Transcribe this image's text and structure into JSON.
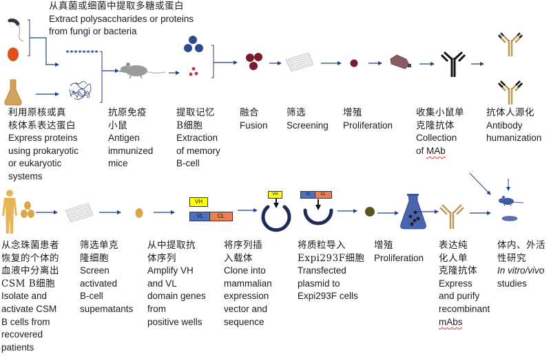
{
  "title": {
    "zh": "从真菌或细菌中提取多糖或蛋白",
    "en_lines": [
      "Extract polysaccharides or proteins",
      "from fungi or bacteria"
    ]
  },
  "top_row": {
    "steps": [
      {
        "id": "express",
        "zh_lines": [
          "利用原核或真",
          "核体系表达蛋白"
        ],
        "en_lines": [
          "Express proteins",
          "using prokaryotic",
          "or eukaryotic",
          "systems"
        ]
      },
      {
        "id": "immunize",
        "zh_lines": [
          "抗原免疫",
          "小鼠"
        ],
        "en_lines": [
          "Antigen",
          "immunized",
          "mice"
        ]
      },
      {
        "id": "extract-memory",
        "zh_lines": [
          "提取记忆",
          "B细胞"
        ],
        "en_lines": [
          "Extraction",
          "of memory",
          "B-cell"
        ]
      },
      {
        "id": "fusion",
        "zh_lines": [
          "融合"
        ],
        "en_lines": [
          "Fusion"
        ]
      },
      {
        "id": "screening",
        "zh_lines": [
          "筛选"
        ],
        "en_lines": [
          "Screening"
        ]
      },
      {
        "id": "proliferation",
        "zh_lines": [
          "增殖"
        ],
        "en_lines": [
          "Proliferation"
        ]
      },
      {
        "id": "collect-mab",
        "zh_lines": [
          "收集小鼠单",
          "克隆抗体"
        ],
        "en_lines": [
          "Collection",
          "of MAb"
        ]
      },
      {
        "id": "humanization",
        "zh_lines": [
          "抗体人源化"
        ],
        "en_lines": [
          "Antibody",
          "humanization"
        ]
      }
    ]
  },
  "bottom_row": {
    "steps": [
      {
        "id": "isolate",
        "zh_lines": [
          "从念珠菌患者",
          "恢复的个体的",
          "血液中分离出",
          "CSM B细胞"
        ],
        "en_lines": [
          "Isolate and",
          "activate CSM",
          "B cells from",
          "recovered",
          "patients"
        ]
      },
      {
        "id": "screen-clone",
        "zh_lines": [
          "筛选单克",
          "隆细胞"
        ],
        "en_lines": [
          "Screen",
          "activated",
          "B-cell",
          "supematants"
        ]
      },
      {
        "id": "amplify",
        "zh_lines": [
          "从中提取抗",
          "体序列"
        ],
        "en_lines": [
          "Amplify VH",
          "and VL",
          "domain genes",
          "from",
          "positive wells"
        ]
      },
      {
        "id": "clone-vector",
        "zh_lines": [
          "将序列插",
          "入载体"
        ],
        "en_lines": [
          "Clone into",
          "mammalian",
          "expression",
          "vector and",
          "sequence"
        ]
      },
      {
        "id": "transfect",
        "zh_lines": [
          "将质粒导入",
          "Expi293F细胞"
        ],
        "en_lines": [
          "Transfected",
          "plasmid to",
          "Expi293F cells"
        ]
      },
      {
        "id": "proliferation2",
        "zh_lines": [
          "增殖"
        ],
        "en_lines": [
          "Proliferation"
        ]
      },
      {
        "id": "express-purify",
        "zh_lines": [
          "表达纯",
          "化人单",
          "克隆抗体"
        ],
        "en_lines": [
          "Express",
          "and purify",
          "recombinant",
          "mAbs"
        ]
      },
      {
        "id": "studies",
        "zh_lines": [
          "体内、外活",
          "性研究"
        ],
        "en_lines": [
          "In vitro/vivo",
          "studies"
        ]
      }
    ]
  },
  "gene_boxes": {
    "vh": "VH",
    "vl": "VL",
    "cl": "CL"
  },
  "colors": {
    "arrow": "#1f3f8f",
    "bracket": "#4a5d9a",
    "bacteria_orange": "#e0501a",
    "memory_b_blue": "#2e4a8f",
    "plasma_red": "#c0394b",
    "hybridoma": "#7a1a2a",
    "mouse_gray": "#9a9a9a",
    "flask_tan": "#d2a15a",
    "human_gold": "#e6b656",
    "antibody_black": "#111111",
    "antibody_gold": "#b99a55",
    "vh_yellow": "#ffff00",
    "vl_blue": "#4a72c4",
    "cl_orange": "#ee8050",
    "plasmid": "#1c2a5c",
    "culture_flask_blue": "#4a64b0",
    "study_mouse": "#3d5aa8",
    "b_cell_tan": "#d8a848",
    "expi_cell": "#5a5620"
  }
}
